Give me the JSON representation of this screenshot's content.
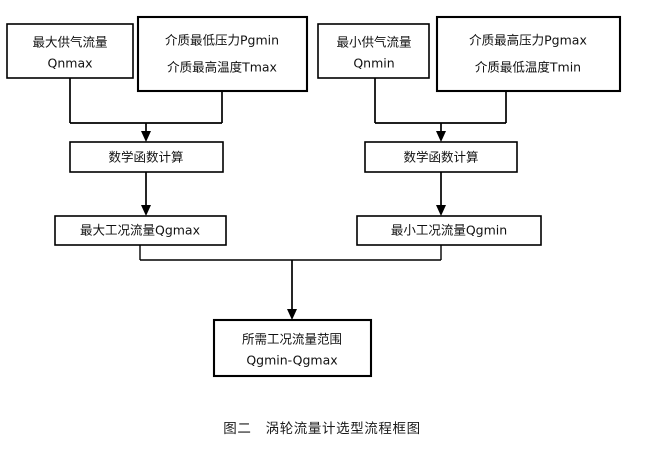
{
  "figure": {
    "caption": "图二　涡轮流量计选型流程框图",
    "background_color": "#ffffff",
    "line_color": "#000000",
    "text_color": "#111111"
  },
  "nodes": {
    "max_supply_flow": {
      "line1": "最大供气流量",
      "line2": "Qnmax"
    },
    "min_medium_conditions": {
      "line1": "介质最低压力Pgmin",
      "line2": "介质最高温度Tmax"
    },
    "min_supply_flow": {
      "line1": "最小供气流量",
      "line2": "Qnmin"
    },
    "max_medium_conditions": {
      "line1": "介质最高压力Pgmax",
      "line2": "介质最低温度Tmin"
    },
    "math_calc_left": {
      "line1": "数学函数计算"
    },
    "math_calc_right": {
      "line1": "数学函数计算"
    },
    "qgmax_result": {
      "line1": "最大工况流量Qgmax"
    },
    "qgmin_result": {
      "line1": "最小工况流量Qgmin"
    },
    "required_range": {
      "line1": "所需工况流量范围",
      "line2": "Qgmin-Qgmax"
    }
  }
}
